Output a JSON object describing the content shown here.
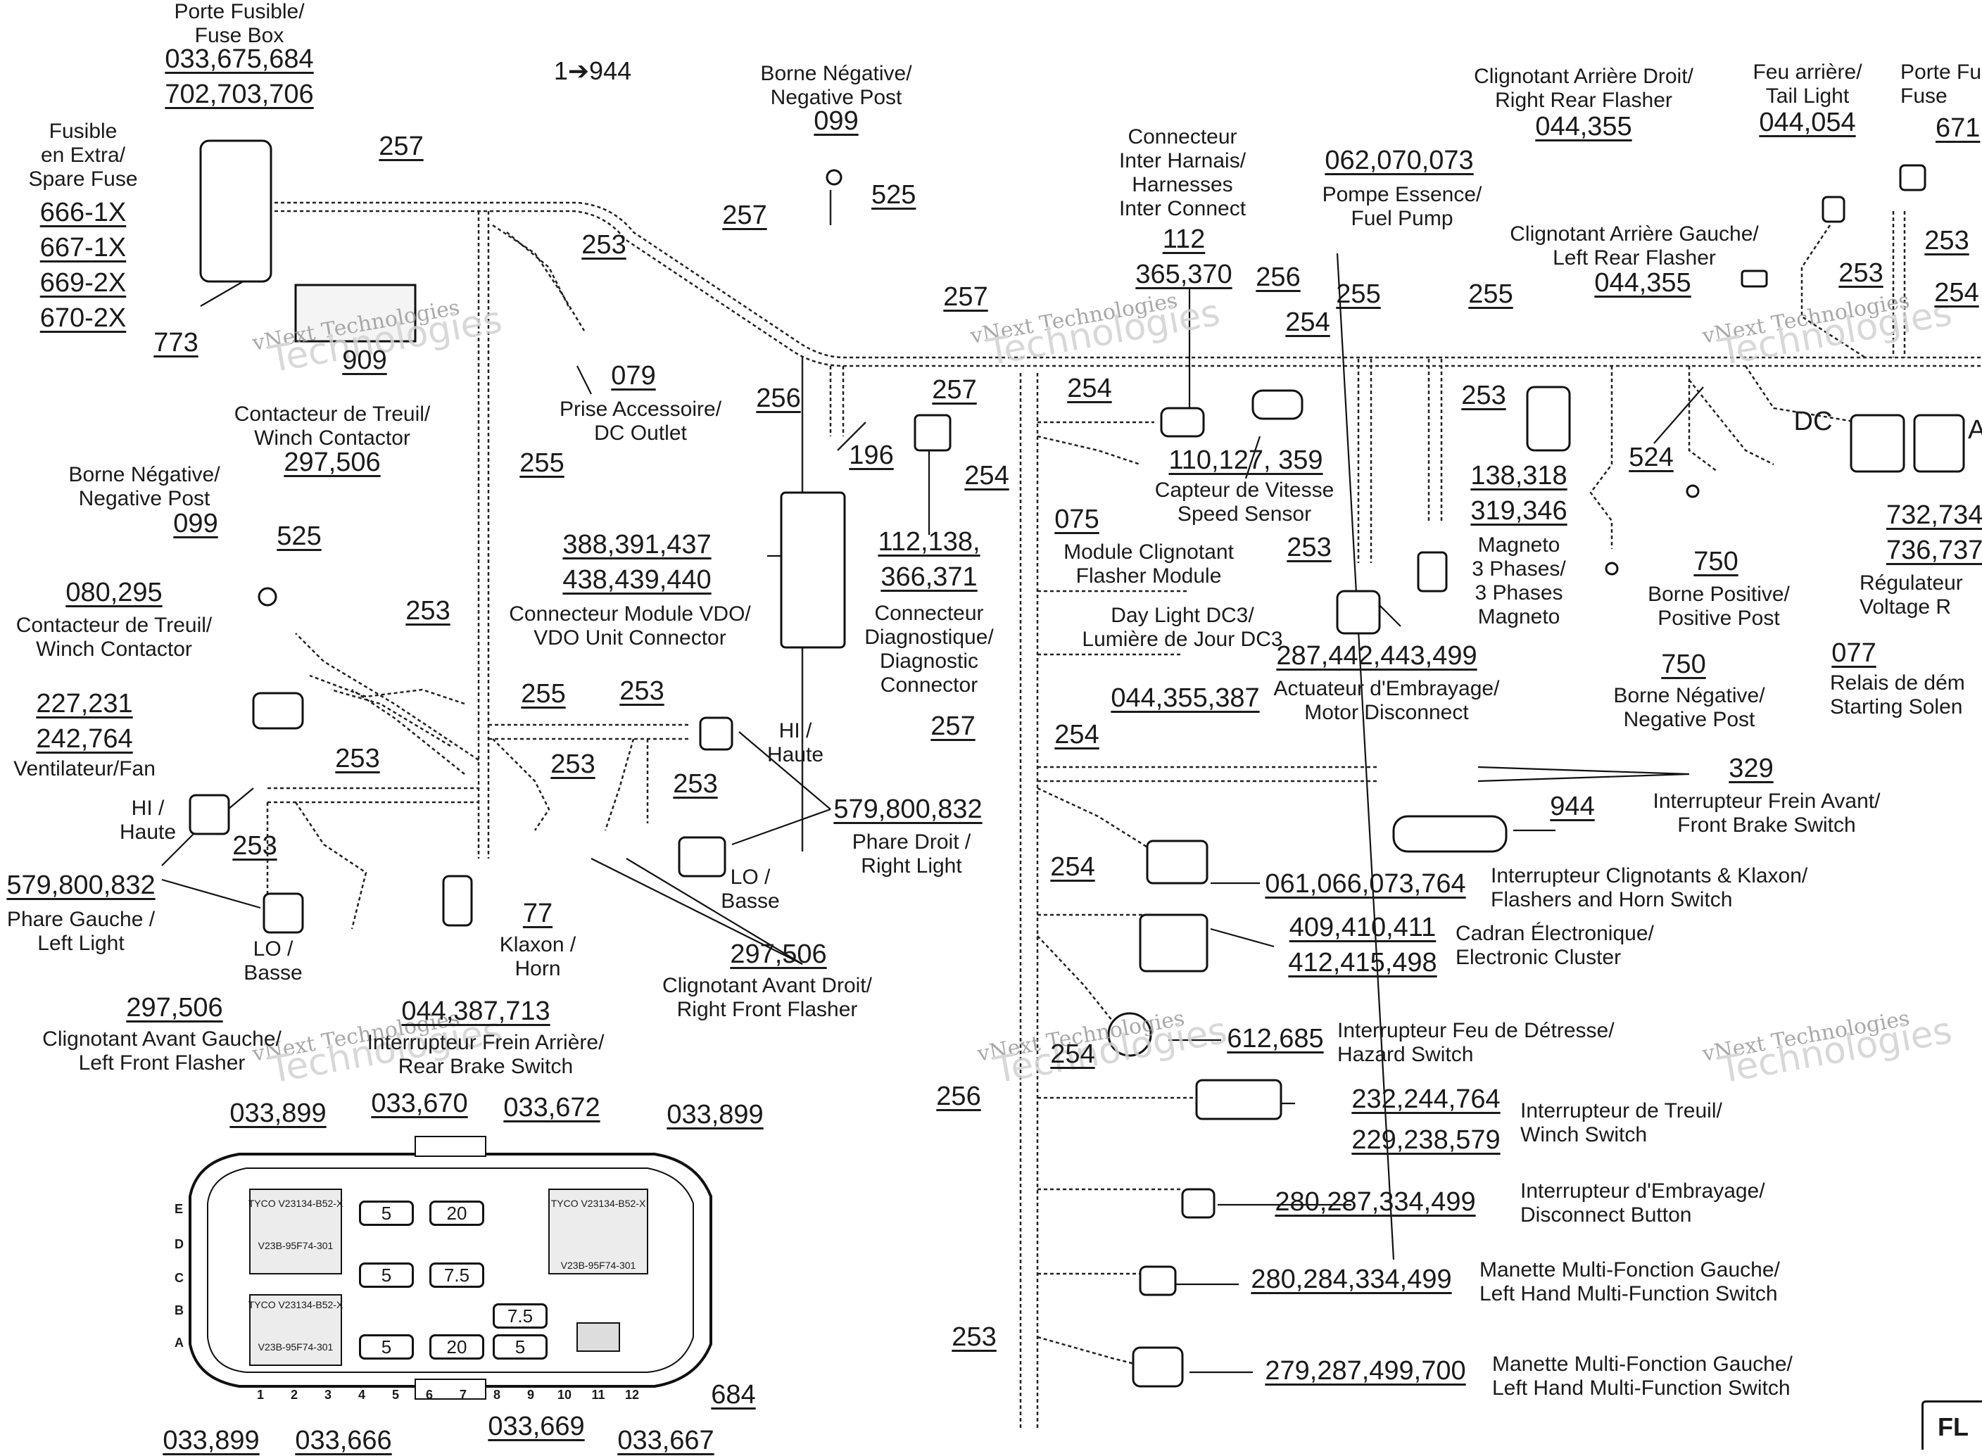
{
  "diagram": {
    "callouts": {
      "fuse_box": {
        "label": "Porte Fusible/\nFuse Box",
        "refs": [
          "033,675,684",
          "702,703,706"
        ]
      },
      "spare_fuse": {
        "label": "Fusible\nen Extra/\nSpare Fuse",
        "refs": [
          "666-1X",
          "667-1X",
          "669-2X",
          "670-2X"
        ]
      },
      "fuse_box_773": "773",
      "label_909": "909",
      "range": "1➔944",
      "neg_post_top": {
        "label": "Borne Négative/\nNegative Post",
        "ref": "099"
      },
      "ref_525_top": "525",
      "accessory_outlet": {
        "ref": "079",
        "label": "Prise Accessoire/\nDC Outlet"
      },
      "winch_contactor_top": {
        "label": "Contacteur de Treuil/\nWinch Contactor",
        "ref": "297,506"
      },
      "neg_post_left": {
        "label": "Borne Négative/\nNegative Post",
        "ref": "099"
      },
      "ref_525_left": "525",
      "winch_contactor_left": {
        "ref": "080,295",
        "label": "Contacteur de Treuil/\nWinch Contactor"
      },
      "fan": {
        "refs": [
          "227,231",
          "242,764"
        ],
        "label": "Ventilateur/Fan"
      },
      "headlight_left_hi": "HI /\nHaute",
      "headlight_left": {
        "ref": "579,800,832",
        "label": "Phare Gauche /\nLeft Light"
      },
      "headlight_left_lo": "LO /\nBasse",
      "front_flasher_left": {
        "ref": "297,506",
        "label": "Clignotant Avant Gauche/\nLeft Front Flasher"
      },
      "rear_brake_switch": {
        "ref": "044,387,713",
        "label": "Interrupteur Frein Arrière/\nRear Brake Switch"
      },
      "horn": {
        "ref": "77",
        "label": "Klaxon /\nHorn"
      },
      "headlight_right_hi": "HI /\nHaute",
      "headlight_right": {
        "ref": "579,800,832",
        "label": "Phare Droit /\nRight Light"
      },
      "headlight_right_lo": "LO /\nBasse",
      "front_flasher_right": {
        "ref": "297,506",
        "label": "Clignotant Avant Droit/\nRight Front Flasher"
      },
      "vdo_connector": {
        "refs": [
          "388,391,437",
          "438,439,440"
        ],
        "label": "Connecteur Module VDO/\nVDO Unit Connector"
      },
      "ref_196": "196",
      "diag_connector": {
        "refs": [
          "112,138,",
          "366,371"
        ],
        "label": "Connecteur\nDiagnostique/\nDiagnostic\nConnector"
      },
      "flasher_module": {
        "ref": "075",
        "label": "Module Clignotant\nFlasher Module"
      },
      "harness_interconnect": {
        "label": "Connecteur\nInter Harnais/\nHarnesses\nInter Connect",
        "refs": [
          "112",
          "365,370"
        ]
      },
      "speed_sensor": {
        "ref": "110,127, 359",
        "label": "Capteur de Vitesse\nSpeed Sensor"
      },
      "daylight": {
        "label": "Day Light DC3/\nLumière de Jour DC3",
        "ref": "044,355,387"
      },
      "fuel_pump": {
        "ref": "062,070,073",
        "label": "Pompe Essence/\nFuel Pump"
      },
      "motor_disconnect": {
        "ref": "287,442,443,499",
        "label": "Actuateur d'Embrayage/\nMotor Disconnect"
      },
      "magneto": {
        "refs": [
          "138,318",
          "319,346"
        ],
        "label": "Magneto\n3 Phases/\n3 Phases\nMagneto"
      },
      "right_rear_flasher": {
        "label": "Clignotant Arrière Droit/\nRight Rear Flasher",
        "ref": "044,355"
      },
      "tail_light": {
        "label": "Feu arrière/\nTail Light",
        "ref": "044,054"
      },
      "fuse_right": {
        "label": "Porte Fu\nFuse",
        "ref": "671"
      },
      "left_rear_flasher": {
        "label": "Clignotant Arrière Gauche/\nLeft Rear Flasher",
        "ref": "044,355"
      },
      "ref_524": "524",
      "pos_post": {
        "ref": "750",
        "label": "Borne Positive/\nPositive Post"
      },
      "neg_post_right": {
        "ref": "750",
        "label": "Borne Négative/\nNegative Post"
      },
      "dc_label": "DC",
      "a_label": "A",
      "regulator": {
        "refs": [
          "732,734,",
          "736,737"
        ],
        "label": "Régulateur\nVoltage R"
      },
      "starting_solenoid": {
        "ref": "077",
        "label": "Relais de dém\nStarting Solen"
      },
      "front_brake_switch": {
        "ref": "329",
        "label": "Interrupteur Frein Avant/\nFront Brake Switch"
      },
      "ref_944": "944",
      "flashers_horn_switch": {
        "ref": "061,066,073,764",
        "label": "Interrupteur Clignotants & Klaxon/\nFlashers and Horn Switch"
      },
      "electronic_cluster": {
        "refs": [
          "409,410,411",
          "412,415,498"
        ],
        "label": "Cadran Électronique/\nElectronic Cluster"
      },
      "hazard_switch": {
        "ref": "612,685",
        "label": "Interrupteur Feu de Détresse/\nHazard Switch"
      },
      "winch_switch": {
        "refs": [
          "232,244,764",
          "229,238,579"
        ],
        "label": "Interrupteur de Treuil/\nWinch Switch"
      },
      "disconnect_button": {
        "ref": "280,287,334,499",
        "label": "Interrupteur d'Embrayage/\nDisconnect Button"
      },
      "lh_switch_1": {
        "ref": "280,284,334,499",
        "label": "Manette Multi-Fonction Gauche/\nLeft Hand Multi-Function Switch"
      },
      "lh_switch_2": {
        "ref": "279,287,499,700",
        "label": "Manette Multi-Fonction Gauche/\nLeft Hand Multi-Function Switch"
      },
      "fusebox_detail": {
        "top_refs": [
          "033,899",
          "033,670",
          "033,672",
          "033,899"
        ],
        "bottom_refs": [
          "033,899",
          "033,666",
          "033,669",
          "033,667"
        ],
        "ref_684": "684",
        "rows": [
          "E",
          "D",
          "C",
          "B",
          "A"
        ],
        "cols": [
          "1",
          "2",
          "3",
          "4",
          "5",
          "6",
          "7",
          "8",
          "9",
          "10",
          "11",
          "12"
        ],
        "fuses": [
          "5",
          "20",
          "5",
          "7.5",
          "7.5",
          "5",
          "20",
          "5"
        ],
        "relay_text": "TYCO  V23134-B52-X",
        "relay_part": "V23B-95F74-301"
      },
      "corner_tag": "FL"
    },
    "wire_labels": {
      "w257_a": "257",
      "w257_b": "257",
      "w257_c": "257",
      "w257_d": "257",
      "w257_e": "257",
      "w253_a": "253",
      "w253_b": "253",
      "w253_c": "253",
      "w253_d": "253",
      "w253_e": "253",
      "w253_f": "253",
      "w253_g": "253",
      "w253_h": "253",
      "w253_i": "253",
      "w253_j": "253",
      "w253_k": "253",
      "w255_a": "255",
      "w255_b": "255",
      "w255_c": "255",
      "w255_d": "255",
      "w256_a": "256",
      "w256_b": "256",
      "w256_c": "256",
      "w254_a": "254",
      "w254_b": "254",
      "w254_c": "254",
      "w254_d": "254",
      "w254_e": "254",
      "w254_f": "254",
      "w254_g": "254"
    },
    "watermark": {
      "small": "vNext Technologies",
      "big": "Technologies"
    }
  }
}
